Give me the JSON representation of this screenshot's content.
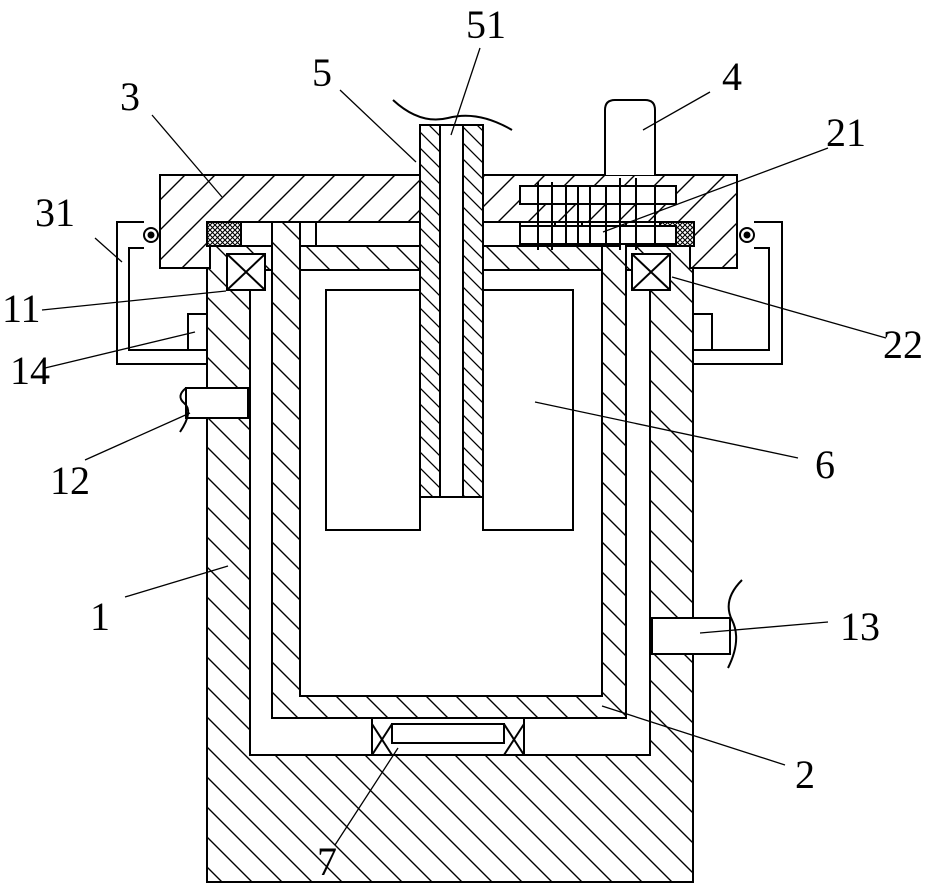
{
  "labels": {
    "l1": "1",
    "l2": "2",
    "l3": "3",
    "l4": "4",
    "l5": "5",
    "l6": "6",
    "l7": "7",
    "l11": "11",
    "l12": "12",
    "l13": "13",
    "l14": "14",
    "l21": "21",
    "l22": "22",
    "l31": "31",
    "l51": "51"
  },
  "colors": {
    "line": "#000000",
    "background": "#ffffff"
  }
}
